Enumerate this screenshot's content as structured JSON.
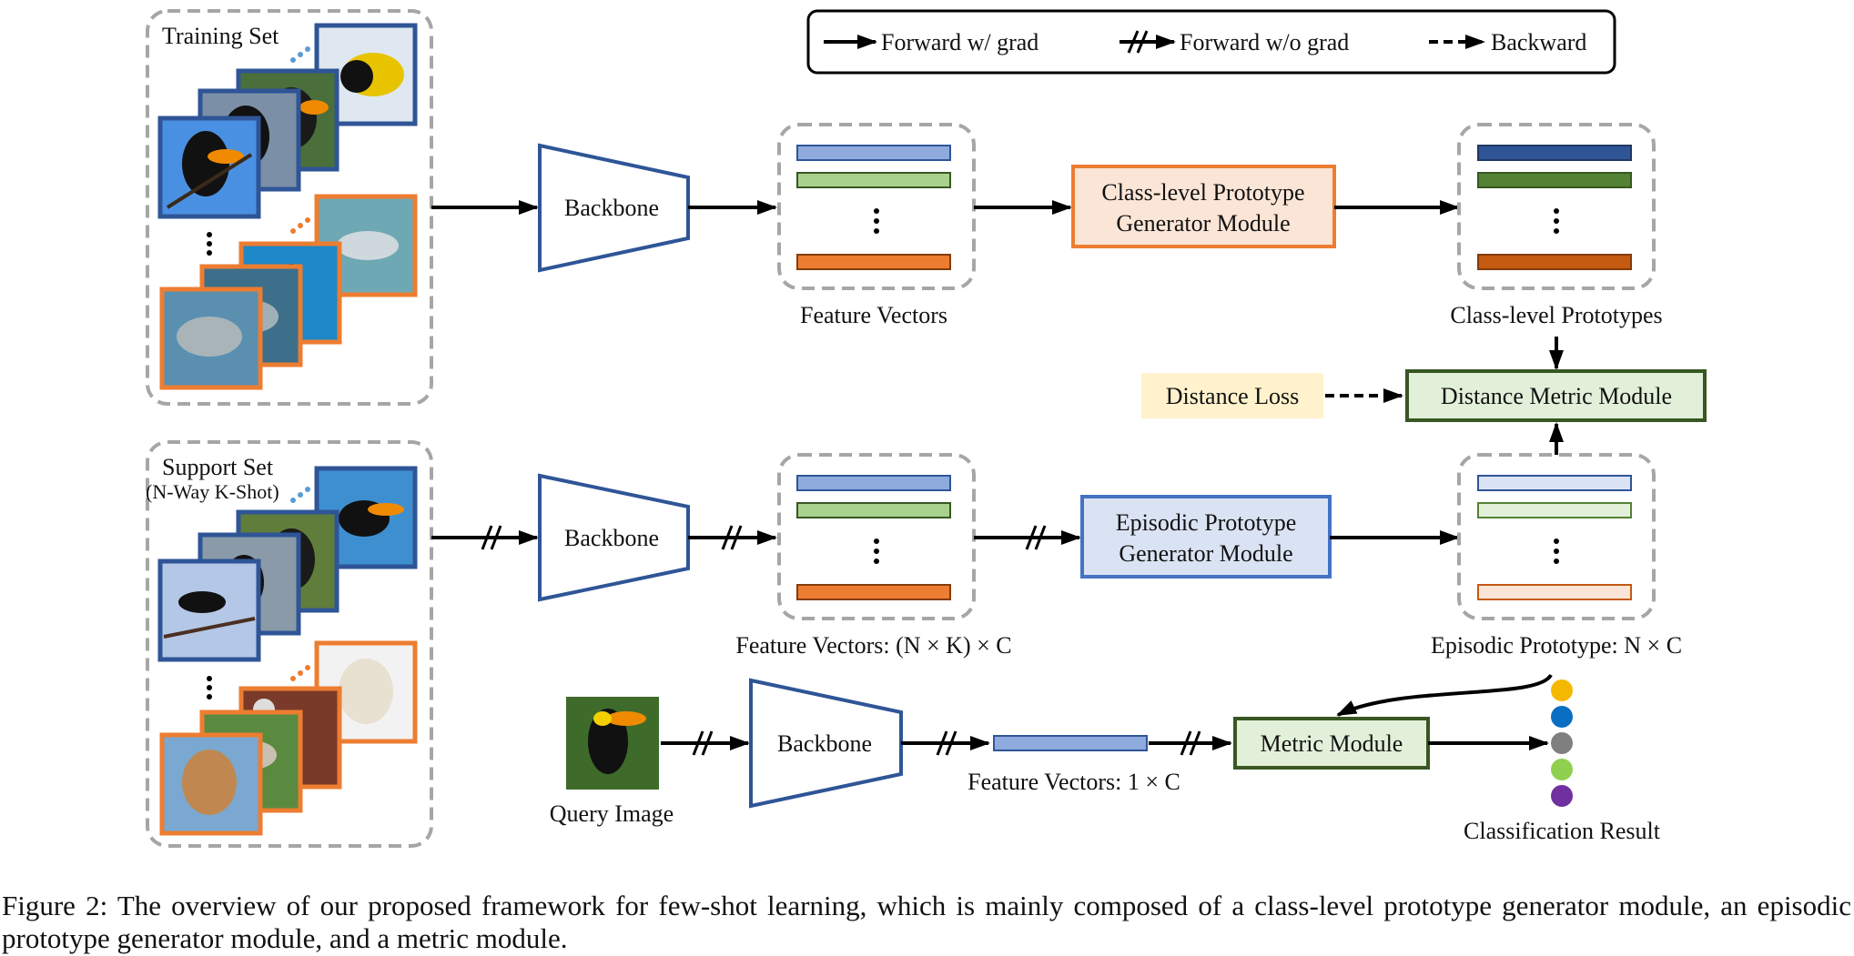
{
  "legend": {
    "forward_grad": "Forward w/ grad",
    "forward_nograd": "Forward w/o grad",
    "backward": "Backward"
  },
  "sets": {
    "training": "Training Set",
    "support": "Support Set",
    "support_sub": "(N-Way K-Shot)"
  },
  "backbone": "Backbone",
  "features": {
    "training": "Feature Vectors",
    "support": "Feature Vectors: (N × K) × C",
    "query": "Feature Vectors: 1 × C"
  },
  "modules": {
    "class_level_line1": "Class-level Prototype",
    "class_level_line2": "Generator Module",
    "episodic_line1": "Episodic Prototype",
    "episodic_line2": "Generator Module",
    "distance_metric": "Distance Metric Module",
    "metric": "Metric Module"
  },
  "prototypes": {
    "class_level": "Class-level Prototypes",
    "episodic": "Episodic Prototype: N × C"
  },
  "loss": "Distance Loss",
  "query_image": "Query Image",
  "result": "Classification Result",
  "result_colors": [
    "#f5b800",
    "#0a6fc2",
    "#7f7f7f",
    "#8fd14f",
    "#7030a0"
  ],
  "caption": {
    "prefix": "Figure 2:",
    "text": "The overview of our proposed framework for few-shot learning, which is mainly composed of a class-level prototype generator module, an episodic prototype generator module, and a metric module."
  },
  "colors": {
    "backbone_stroke": "#2f5597",
    "dashed_group": "#a6a6a6",
    "orange": "#ed7d31",
    "blue_bar": "#8faadc",
    "green_bar": "#a9d18e",
    "dark_blue_bar": "#2f5597",
    "dark_green_bar": "#548235",
    "loss_fill": "#fff2cc",
    "metric_fill": "#e2f0d9",
    "metric_stroke": "#385723",
    "episodic_fill": "#dae3f3",
    "episodic_stroke": "#4472c4",
    "class_fill": "#fbe5d6"
  }
}
